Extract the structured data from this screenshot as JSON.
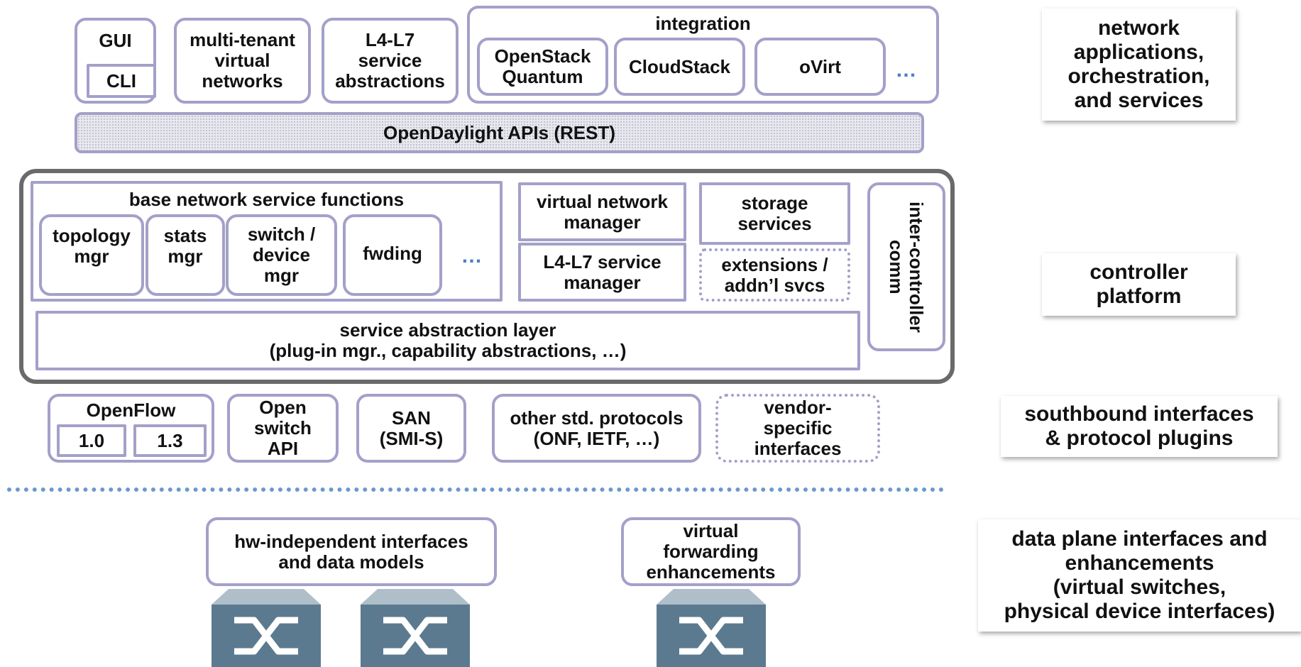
{
  "apps": {
    "gui": "GUI",
    "cli": "CLI",
    "multi_tenant": "multi-tenant\nvirtual\nnetworks",
    "l4l7_abstractions": "L4-L7\nservice\nabstractions",
    "integration": {
      "title": "integration",
      "items": [
        "OpenStack\nQuantum",
        "CloudStack",
        "oVirt"
      ],
      "more": "…"
    }
  },
  "apis_label": "OpenDaylight APIs (REST)",
  "controller": {
    "base_title": "base network service functions",
    "base_items": [
      "topology\nmgr",
      "stats\nmgr",
      "switch /\ndevice\nmgr",
      "fwding"
    ],
    "base_more": "…",
    "vnm": "virtual network\nmanager",
    "l4l7_manager": "L4-L7 service\nmanager",
    "storage": "storage\nservices",
    "extensions": "extensions /\naddn’l svcs",
    "inter_controller": "inter-controller\ncomm",
    "sal": "service abstraction layer\n(plug-in mgr., capability abstractions, …)"
  },
  "southbound": {
    "openflow_title": "OpenFlow",
    "openflow_versions": [
      "1.0",
      "1.3"
    ],
    "open_switch_api": "Open\nswitch\nAPI",
    "san": "SAN\n(SMI-S)",
    "other_protocols": "other std. protocols\n(ONF, IETF, …)",
    "vendor_specific": "vendor-\nspecific\ninterfaces"
  },
  "dataplane": {
    "hw_independent": "hw-independent interfaces\nand data models",
    "virtual_forwarding": "virtual\nforwarding\nenhancements"
  },
  "side_labels": [
    "network\napplications,\norchestration,\nand services",
    "controller\nplatform",
    "southbound interfaces\n& protocol plugins",
    "data plane interfaces and\nenhancements\n(virtual switches,\nphysical device interfaces)"
  ],
  "colors": {
    "box_border": "#a3a0c9",
    "platform_border": "#6a6a6a",
    "separator": "#6b99cf",
    "ellipsis": "#4d7fc4",
    "switch_body": "#5c7a8f"
  },
  "icons": [
    "network-switch-icon"
  ]
}
